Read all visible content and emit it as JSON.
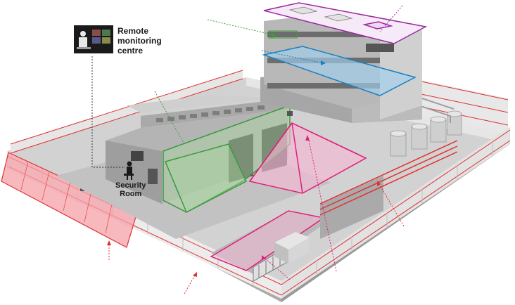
{
  "labels": {
    "remote_line1": "Remote",
    "remote_line2": "monitoring",
    "remote_line3": "centre",
    "security_line1": "Security",
    "security_line2": "Room"
  },
  "colors": {
    "fence_red": "#e03030",
    "green_zone": "#3a9a3a",
    "magenta_zone": "#e0207a",
    "purple_zone": "#9a2aa0",
    "blue_zone": "#1a80c0",
    "ground": "#cfcfcf",
    "building": "#bdbdbd"
  },
  "icons": [
    "remote-monitor-icon",
    "security-guard-icon",
    "beam-sensor-icon",
    "camera-icon"
  ]
}
